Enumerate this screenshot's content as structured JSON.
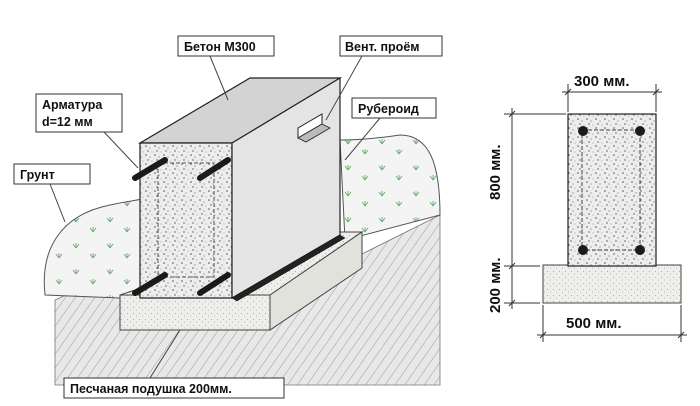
{
  "labels": {
    "concrete": "Бетон  М300",
    "vent": "Вент. проём",
    "rebar_line1": "Арматура",
    "rebar_line2": "d=12 мм",
    "roofing": "Рубероид",
    "soil": "Грунт",
    "sand": "Песчаная подушка 200мм."
  },
  "dimensions": {
    "width_top": "300 мм.",
    "height_main": "800 мм.",
    "height_base": "200 мм.",
    "width_base": "500 мм."
  },
  "colors": {
    "soil_fill": "#d9d9d9",
    "concrete_face": "#e6e6e6",
    "concrete_top": "#d0d0d0",
    "sand_fill": "#ececec",
    "grass": "#6aa86a",
    "outline": "#222222"
  }
}
